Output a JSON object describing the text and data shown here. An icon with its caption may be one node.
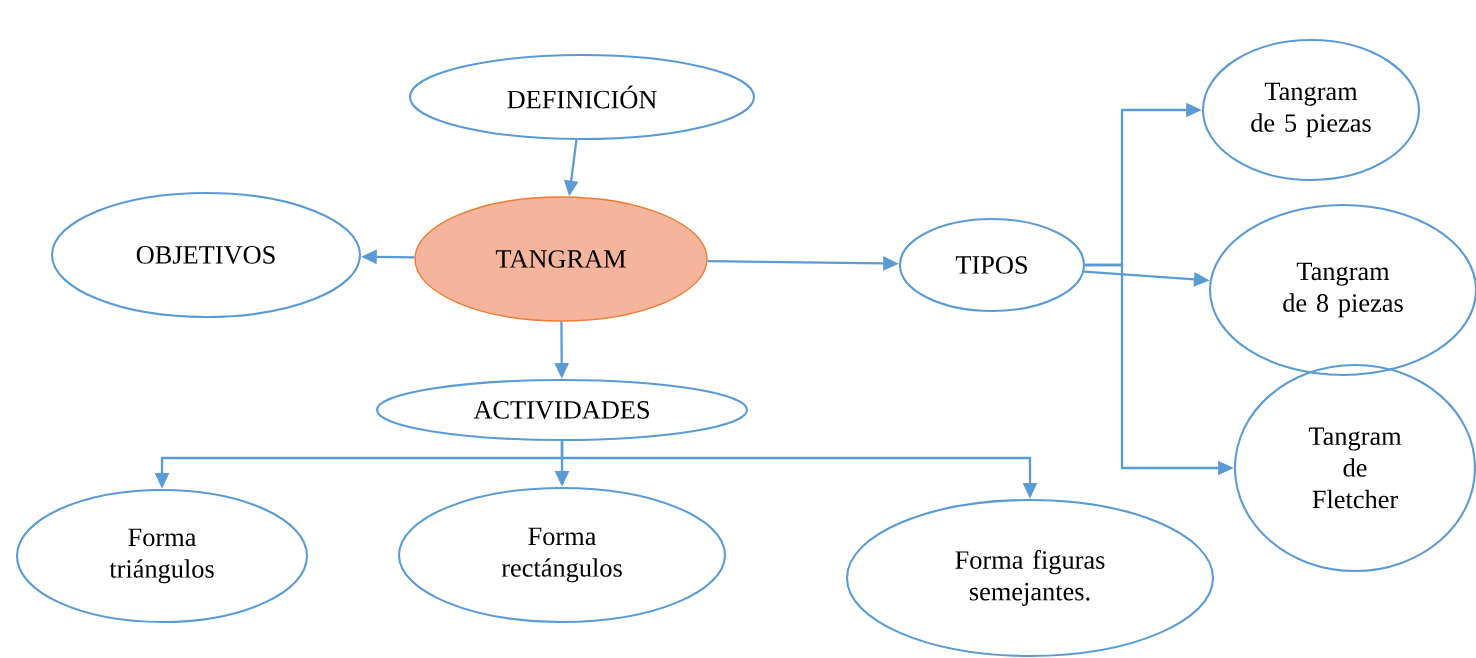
{
  "diagram": {
    "nodes": [
      {
        "text": [
          "DEFINICIÓN"
        ]
      },
      {
        "text": [
          "OBJETIVOS"
        ]
      },
      {
        "text": [
          "TANGRAM"
        ]
      },
      {
        "text": [
          "TIPOS"
        ]
      },
      {
        "text": [
          "ACTIVIDADES"
        ]
      },
      {
        "text": [
          "Tangram de 5 piezas"
        ]
      },
      {
        "text": [
          "Tangram de 8 piezas"
        ]
      },
      {
        "text": [
          "Tangram de Fletcher"
        ]
      },
      {
        "text": [
          "Forma triángulos"
        ]
      },
      {
        "text": [
          "Forma rectángulos"
        ]
      },
      {
        "text": [
          "Forma figuras semejantes."
        ]
      }
    ],
    "edges": [
      {
        "from": 0,
        "to": 2,
        "arrow": "to"
      },
      {
        "from": 2,
        "to": 1,
        "arrow": "to"
      },
      {
        "from": 2,
        "to": 3,
        "arrow": "to"
      },
      {
        "from": 2,
        "to": 4,
        "arrow": "to"
      },
      {
        "from": 3,
        "to": 5,
        "arrow": "to"
      },
      {
        "from": 3,
        "to": 6,
        "arrow": "to"
      },
      {
        "from": 3,
        "to": 7,
        "arrow": "to"
      },
      {
        "from": 4,
        "to": 8,
        "arrow": "to"
      },
      {
        "from": 4,
        "to": 9,
        "arrow": "to"
      },
      {
        "from": 4,
        "to": 10,
        "arrow": "to"
      }
    ]
  }
}
